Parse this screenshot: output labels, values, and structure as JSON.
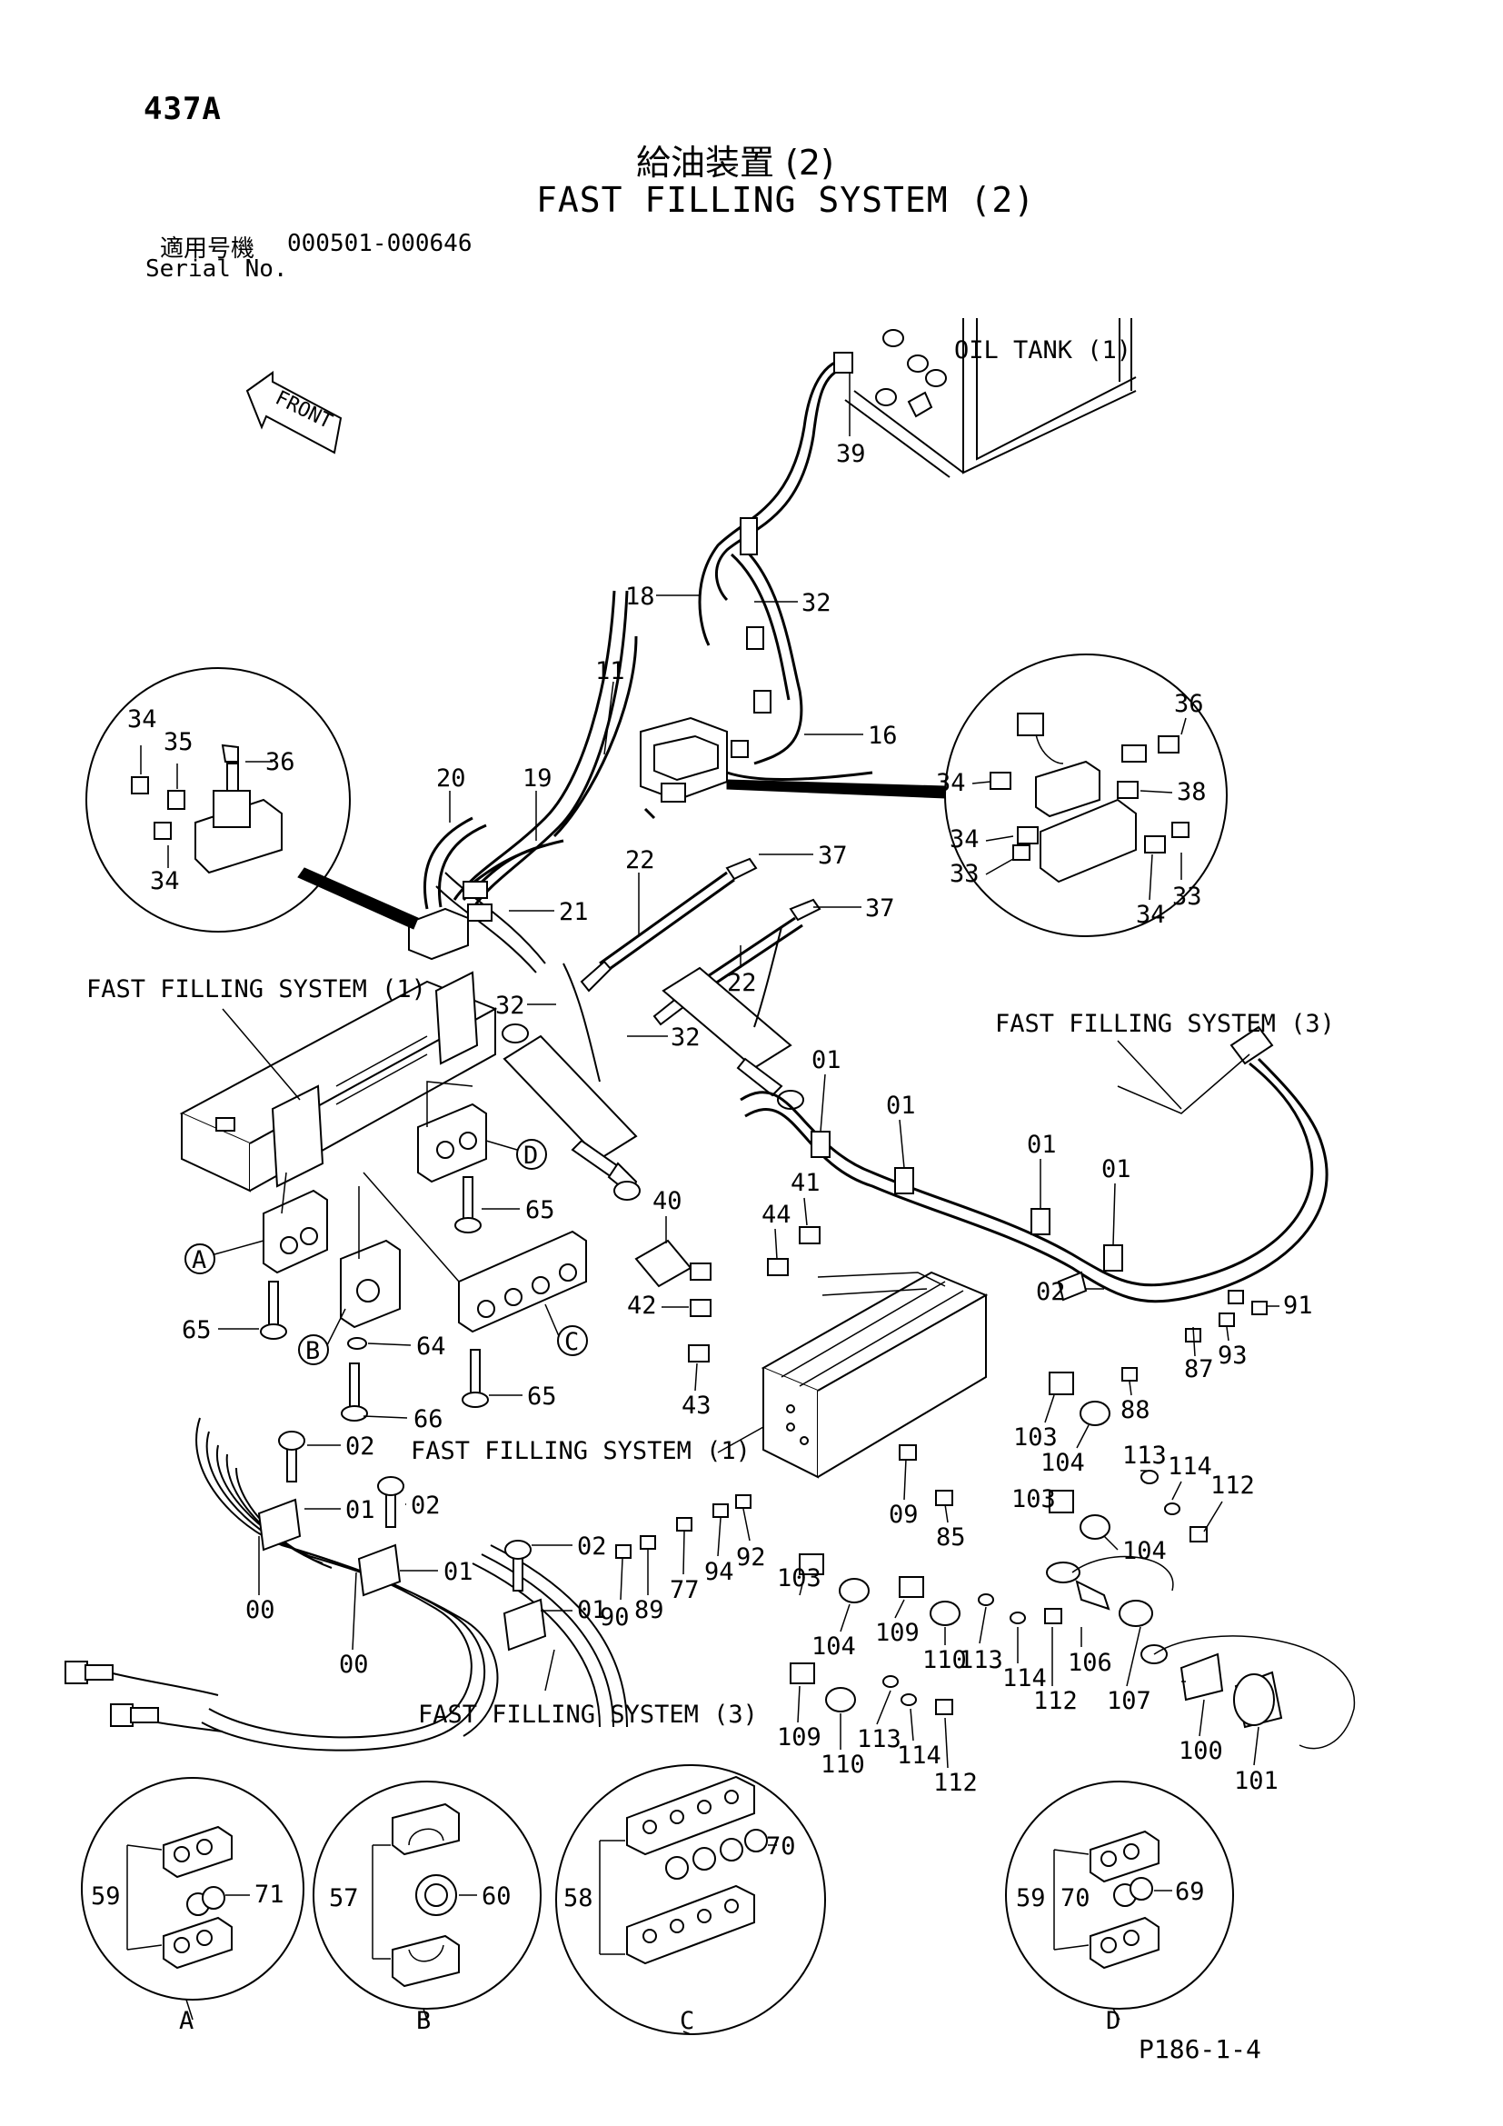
{
  "header": {
    "page_number": "437A",
    "title_jp": "給油装置 (2)",
    "title_en": "FAST FILLING SYSTEM (2)",
    "serial_label_jp": "適用号機",
    "serial_range": "000501-000646",
    "serial_label_en": "Serial No."
  },
  "footer": {
    "figure_code": "P186-1-4"
  },
  "annotations": {
    "oil_tank": "OIL TANK (1)",
    "front": "FRONT",
    "ffs1": "FAST FILLING SYSTEM (1)",
    "ffs3": "FAST FILLING SYSTEM (3)",
    "ffs1_lower": "FAST FILLING SYSTEM (1)",
    "ffs3_lower": "FAST FILLING SYSTEM (3)"
  },
  "callouts": [
    "A",
    "B",
    "C",
    "D"
  ],
  "detail_views": [
    "A",
    "B",
    "C",
    "D"
  ],
  "parts": [
    "39",
    "18",
    "32",
    "11",
    "16",
    "20",
    "19",
    "21",
    "22",
    "37",
    "36",
    "34",
    "35",
    "38",
    "33",
    "01",
    "02",
    "00",
    "40",
    "41",
    "42",
    "43",
    "44",
    "64",
    "65",
    "66",
    "85",
    "87",
    "88",
    "89",
    "90",
    "91",
    "92",
    "93",
    "94",
    "77",
    "09",
    "100",
    "101",
    "103",
    "104",
    "106",
    "107",
    "109",
    "110",
    "112",
    "113",
    "114",
    "57",
    "58",
    "59",
    "60",
    "69",
    "70",
    "71"
  ]
}
